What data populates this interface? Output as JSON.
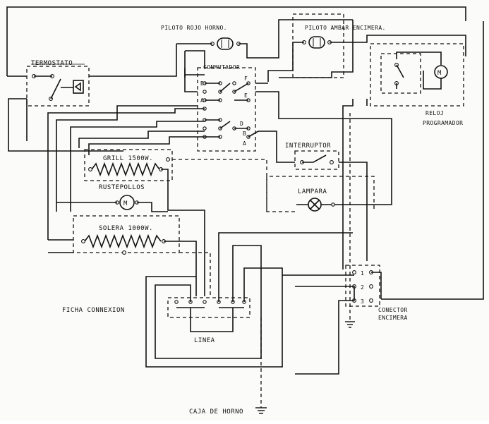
{
  "labels": {
    "piloto_rojo": "PILOTO ROJO HORNO.",
    "piloto_ambar": "PILOTO AMBAR ENCIMERA.",
    "termostato": "TERMOSTATO",
    "conmutador": "CONMUTADOR",
    "reloj": "RELOJ",
    "programador": "PROGRAMADOR",
    "interruptor": "INTERRUPTOR",
    "grill": "GRILL 1500W.",
    "rustepollos": "RUSTEPOLLOS",
    "lampara": "LAMPARA",
    "solera": "SOLERA 1000W.",
    "ficha_connexion": "FICHA CONNEXION",
    "linea": "LINEA",
    "conector": "CONECTOR",
    "encimera": "ENCIMERA",
    "caja_horno": "CAJA DE HORNO"
  },
  "motor_symbol": "M",
  "switch_letters": {
    "top": [
      "B",
      "F",
      "A",
      "E"
    ],
    "bottom": [
      "D",
      "B",
      "A"
    ]
  },
  "conector_numbers": [
    "1",
    "2",
    "3"
  ]
}
